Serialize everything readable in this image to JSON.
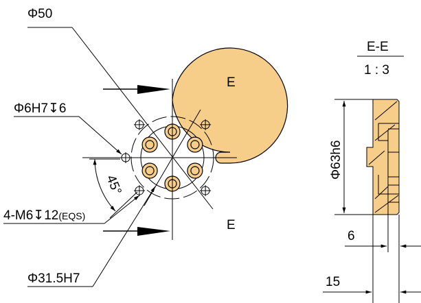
{
  "colors": {
    "body": "#f7cd8a",
    "line": "#000000"
  },
  "labels": {
    "phi50": "Φ50",
    "phi6h7": "Φ6H7↧6",
    "angle": "45°",
    "m6": "4-M6↧12",
    "eqs": "(EQS)",
    "phi315": "Φ31.5H7",
    "section_top": "E",
    "section_bottom": "E"
  },
  "section": {
    "title": "E-E",
    "scale": "1 : 3",
    "dia": "Φ63h6",
    "dim6": "6",
    "dim15": "15"
  }
}
